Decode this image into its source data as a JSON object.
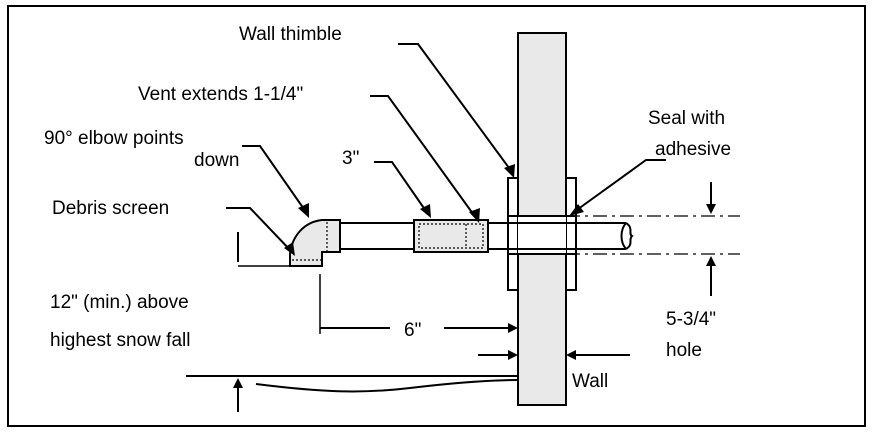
{
  "labels": {
    "wall_thimble": "Wall thimble",
    "vent_extends": "Vent extends 1-1/4\"",
    "seal_line1": "Seal with",
    "seal_line2": "adhesive",
    "elbow_line1": "90° elbow points",
    "elbow_line2": "down",
    "three_inch": "3\"",
    "debris_screen": "Debris screen",
    "above_line1": "12\" (min.) above",
    "above_line2": "highest snow fall",
    "six_inch": "6\"",
    "hole_line1": "5-3/4\"",
    "hole_line2": "hole",
    "wall": "Wall"
  }
}
